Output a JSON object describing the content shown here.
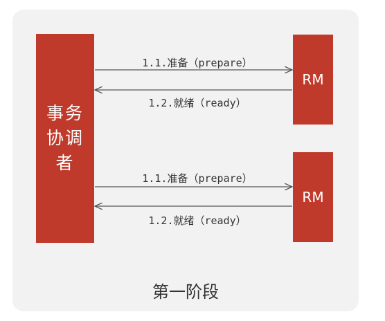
{
  "coordinator": {
    "label": "事务协调者"
  },
  "resource_managers": [
    {
      "label": "RM"
    },
    {
      "label": "RM"
    }
  ],
  "messages": {
    "prepare_label": "1.1.准备（prepare）",
    "ready_label": "1.2.就绪（ready）"
  },
  "caption": "第一阶段",
  "colors": {
    "box_fill": "#bf3a2b",
    "panel_background": "#f2f2f2",
    "arrow": "#555555"
  }
}
